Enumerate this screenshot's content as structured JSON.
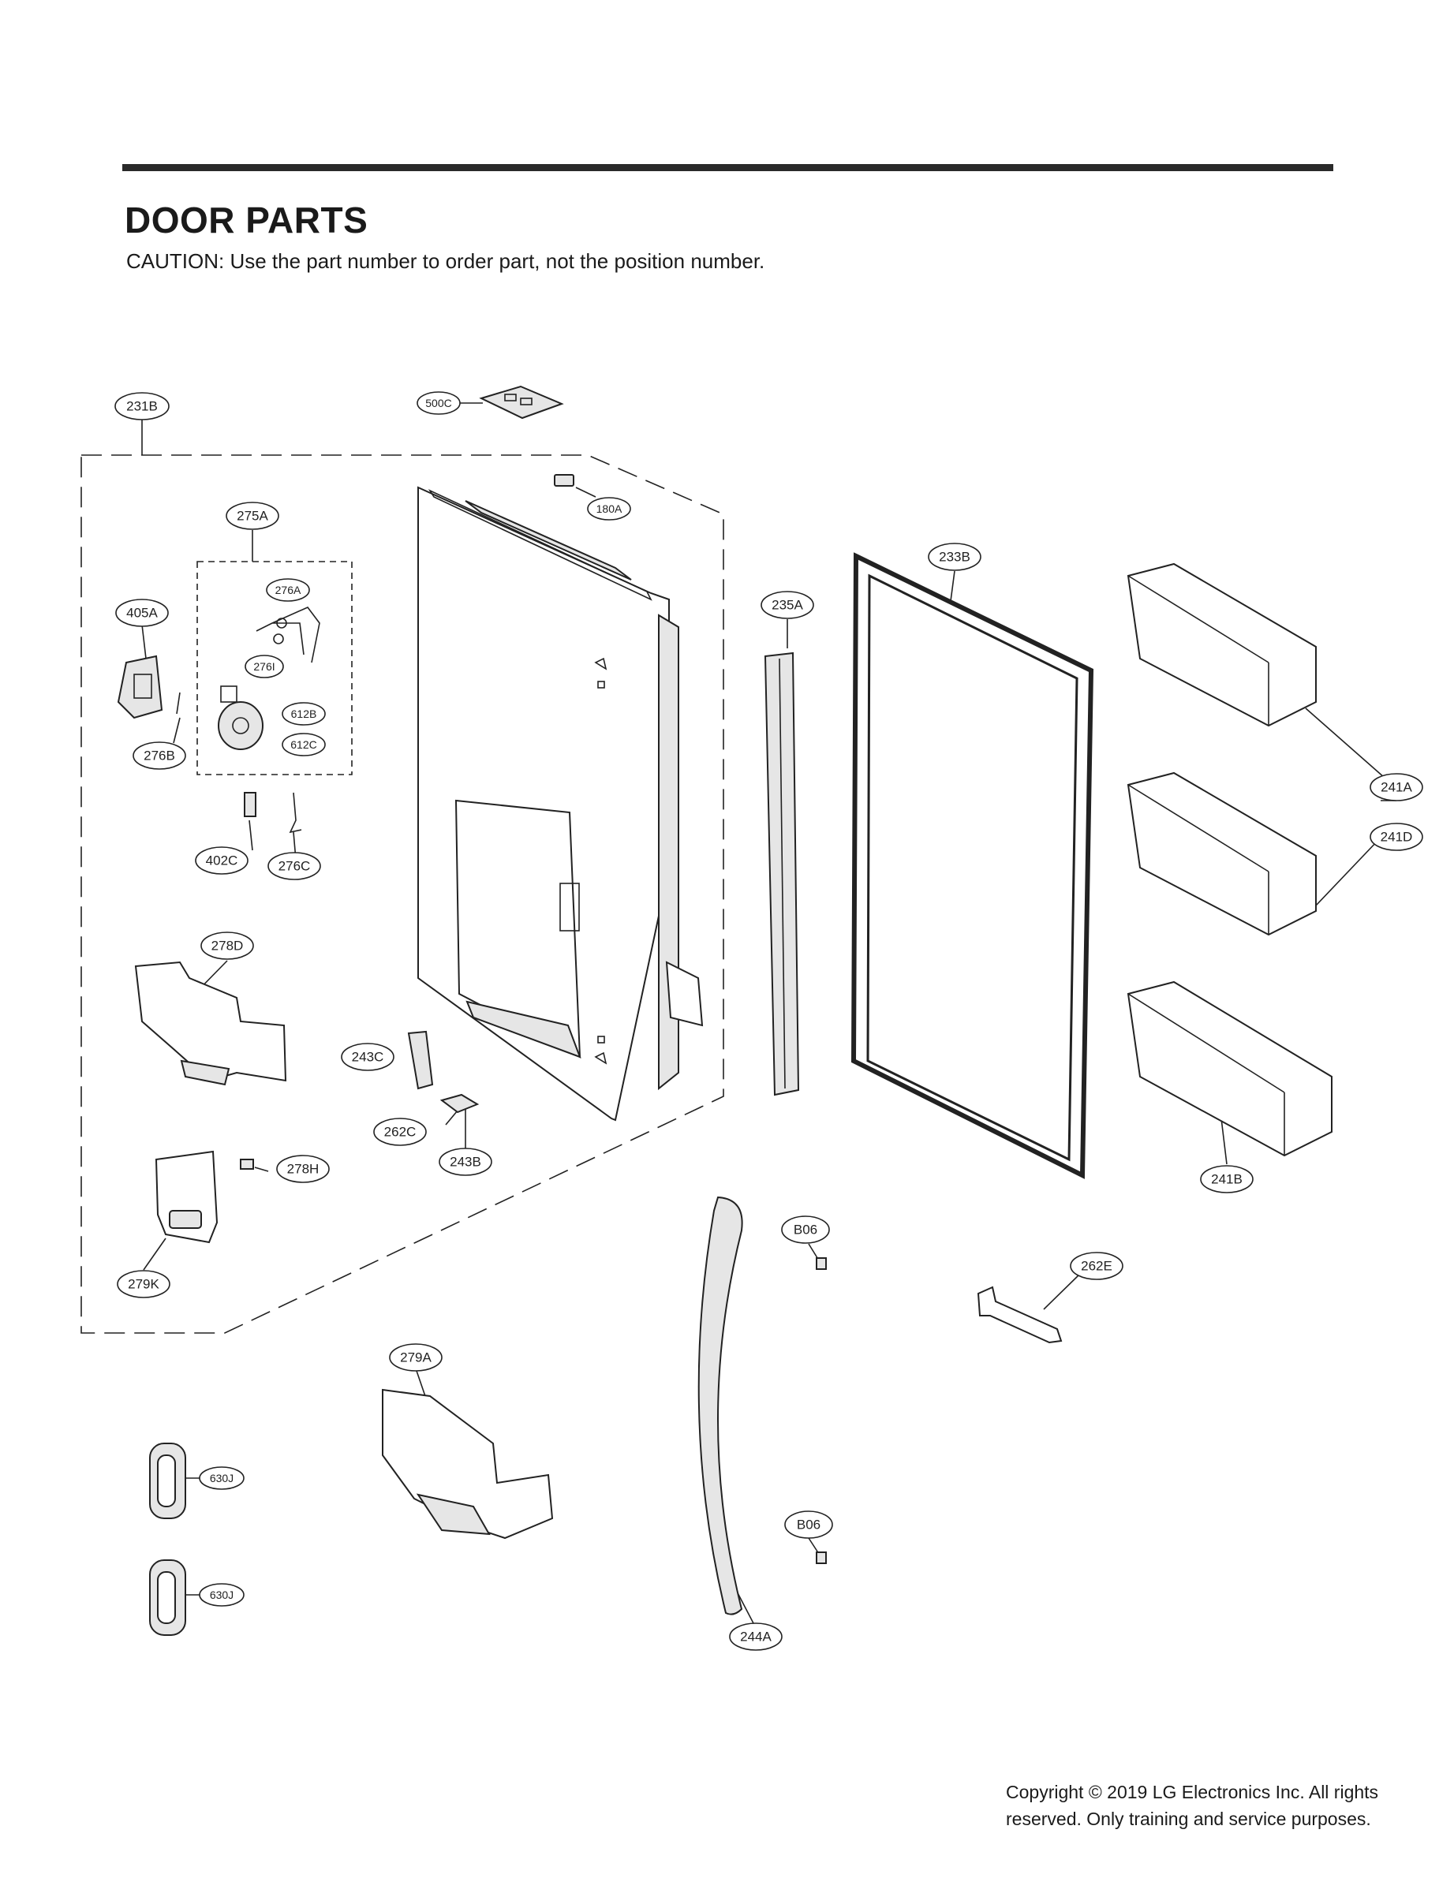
{
  "header": {
    "title": "DOOR PARTS",
    "caution": "CAUTION: Use the part number to order part, not the position number."
  },
  "callouts": {
    "c231B": "231B",
    "c500C": "500C",
    "c180A": "180A",
    "c275A": "275A",
    "c276A": "276A",
    "c276I": "276I",
    "c405A": "405A",
    "c612B": "612B",
    "c612C": "612C",
    "c276B": "276B",
    "c402C": "402C",
    "c276C": "276C",
    "c278D": "278D",
    "c243C": "243C",
    "c262C": "262C",
    "c243B": "243B",
    "c278H": "278H",
    "c279K": "279K",
    "c233B": "233B",
    "c235A": "235A",
    "c241A": "241A",
    "c241D": "241D",
    "c241B": "241B",
    "c262E": "262E",
    "cB06a": "B06",
    "cB06b": "B06",
    "c279A": "279A",
    "c630Ja": "630J",
    "c630Jb": "630J",
    "c244A": "244A"
  },
  "footer": {
    "copyright_line1": "Copyright © 2019  LG Electronics Inc. All rights",
    "copyright_line2": "reserved. Only training and service purposes."
  }
}
